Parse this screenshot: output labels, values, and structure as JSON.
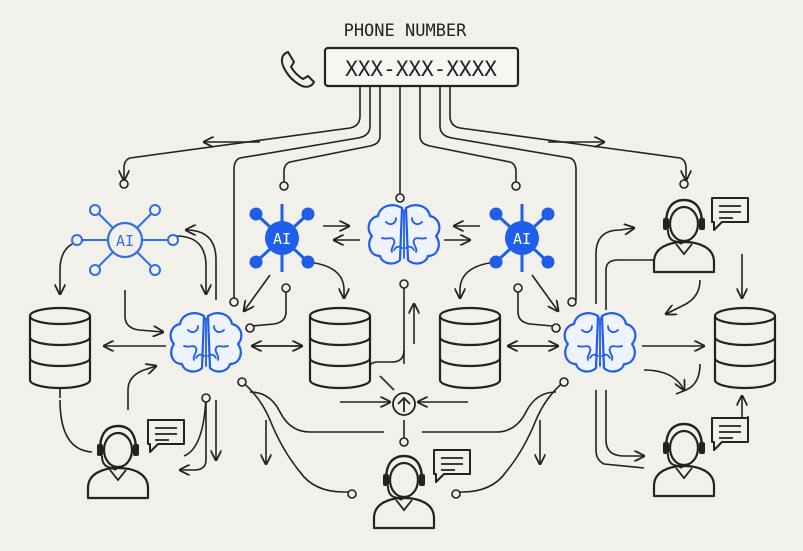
{
  "header": {
    "title": "PHONE NUMBER",
    "phone_value": "XXX-XXX-XXXX"
  },
  "nodes": {
    "ai_label": "AI"
  },
  "colors": {
    "background": "#f2f0eb",
    "ink": "#222222",
    "accent_blue": "#1f5ee8",
    "light_blue": "#2f6fe6"
  },
  "icons": [
    "phone-icon",
    "ai-network-icon",
    "brain-icon",
    "database-icon",
    "agent-headset-icon",
    "chat-bubble-icon",
    "up-arrow-circle-icon"
  ]
}
